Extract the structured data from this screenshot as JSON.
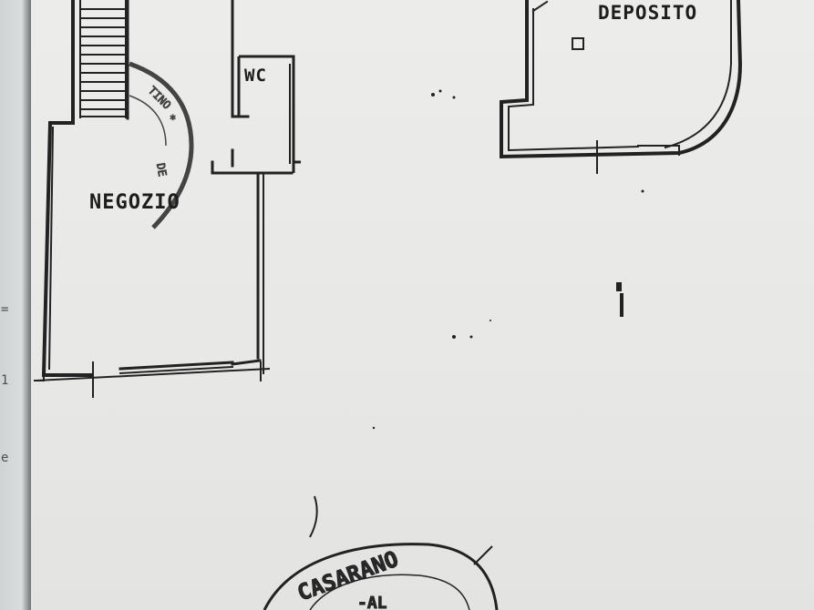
{
  "rooms": {
    "negozio": "NEGOZIO",
    "wc": "WC",
    "deposito": "DEPOSITO"
  },
  "stamps": {
    "bottom_stamp_text": "CASARANO",
    "bottom_stamp_inner": "-AL",
    "top_stamp_partial": "TINO",
    "top_stamp_side": "DE"
  },
  "edge_marks": [
    "=",
    "1",
    "e"
  ]
}
